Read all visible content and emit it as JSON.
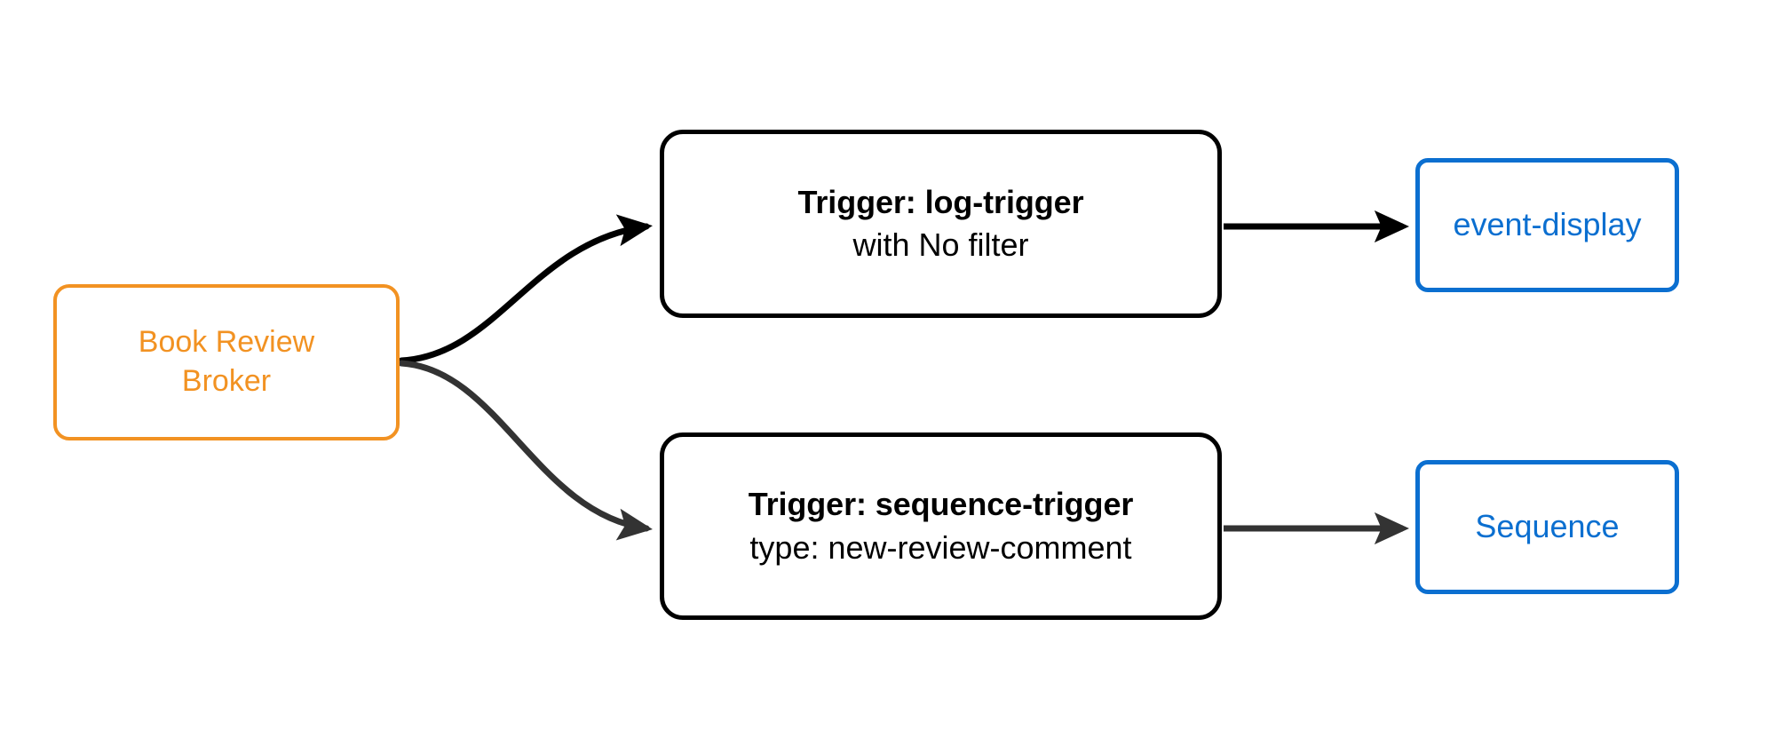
{
  "diagram": {
    "type": "flowchart",
    "direction": "left-to-right",
    "background_color": "#ffffff",
    "colors": {
      "broker_accent": "#F29222",
      "trigger_stroke": "#000000",
      "sink_accent": "#0B6FD0",
      "edge_primary": "#000000",
      "edge_secondary": "#333333"
    }
  },
  "nodes": {
    "broker": {
      "id": "book-review-broker",
      "line1": "Book Review",
      "line2": "Broker",
      "shape": "rounded-rectangle",
      "color": "#F29222"
    },
    "trigger_log": {
      "id": "log-trigger",
      "title": "Trigger: log-trigger",
      "subtitle": "with No filter",
      "shape": "rounded-rectangle",
      "color": "#000000"
    },
    "trigger_sequence": {
      "id": "sequence-trigger",
      "title": "Trigger: sequence-trigger",
      "subtitle": "type: new-review-comment",
      "shape": "rounded-rectangle",
      "color": "#000000"
    },
    "sink_event_display": {
      "id": "event-display",
      "label": "event-display",
      "shape": "rounded-rectangle",
      "color": "#0B6FD0"
    },
    "sink_sequence": {
      "id": "sequence",
      "label": "Sequence",
      "shape": "rounded-rectangle",
      "color": "#0B6FD0"
    }
  },
  "edges": [
    {
      "name": "broker-to-log-trigger",
      "from": "book-review-broker",
      "to": "log-trigger",
      "style": "curved",
      "color": "#000000",
      "arrowhead": "filled-triangle"
    },
    {
      "name": "broker-to-sequence-trigger",
      "from": "book-review-broker",
      "to": "sequence-trigger",
      "style": "curved",
      "color": "#333333",
      "arrowhead": "filled-triangle"
    },
    {
      "name": "log-trigger-to-event-display",
      "from": "log-trigger",
      "to": "event-display",
      "style": "straight",
      "color": "#000000",
      "arrowhead": "filled-triangle"
    },
    {
      "name": "sequence-trigger-to-sequence",
      "from": "sequence-trigger",
      "to": "sequence",
      "style": "straight",
      "color": "#333333",
      "arrowhead": "filled-triangle"
    }
  ]
}
